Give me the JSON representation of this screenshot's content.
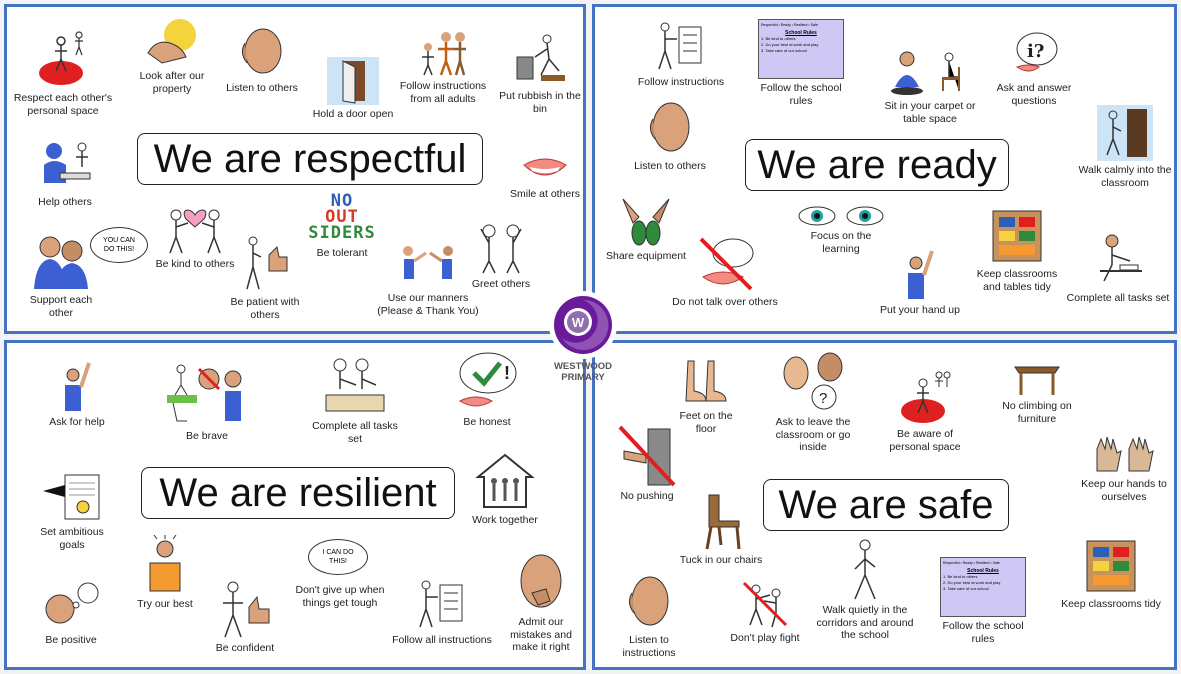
{
  "colors": {
    "panel_border": "#4472c4",
    "logo_purple": "#6a1b9a",
    "skin": "#d9a27a",
    "shirt_blue": "#3c5fd1"
  },
  "respectful": {
    "title": "We are respectful",
    "items": [
      {
        "label": "Respect each other's personal space",
        "icon": "personal-space-icon"
      },
      {
        "label": "Look after our property",
        "icon": "hands-care-icon"
      },
      {
        "label": "Listen to others",
        "icon": "listening-ear-icon"
      },
      {
        "label": "Hold a door open",
        "icon": "door-icon"
      },
      {
        "label": "Follow instructions from all adults",
        "icon": "adults-icon"
      },
      {
        "label": "Put rubbish in the bin",
        "icon": "rubbish-bin-icon"
      },
      {
        "label": "Help others",
        "icon": "help-desk-icon"
      },
      {
        "label": "Smile at others",
        "icon": "smile-icon"
      },
      {
        "label": "Support each other",
        "icon": "support-people-icon"
      },
      {
        "label": "YOU CAN DO THIS!",
        "icon": "speech-bubble-icon"
      },
      {
        "label": "Be kind to others",
        "icon": "heart-people-icon"
      },
      {
        "label": "Be patient with others",
        "icon": "patient-thumbs-icon"
      },
      {
        "label": "Be tolerant",
        "icon": "no-outsiders-icon"
      },
      {
        "label": "Use our manners (Please & Thank You)",
        "icon": "manners-icon"
      },
      {
        "label": "Greet others",
        "icon": "wave-icon"
      }
    ],
    "no_outsiders": [
      "NO",
      "OUT",
      "SIDERS"
    ]
  },
  "ready": {
    "title": "We are ready",
    "items": [
      {
        "label": "Follow instructions",
        "icon": "checklist-person-icon"
      },
      {
        "label": "Follow the school rules",
        "icon": "school-rules-card-icon"
      },
      {
        "label": "Sit in your carpet or table space",
        "icon": "sitting-icon"
      },
      {
        "label": "Ask and answer questions",
        "icon": "question-bubble-icon"
      },
      {
        "label": "Listen to others",
        "icon": "listening-ear-icon"
      },
      {
        "label": "Walk calmly into the classroom",
        "icon": "walk-door-icon"
      },
      {
        "label": "Share equipment",
        "icon": "share-hands-icon"
      },
      {
        "label": "Focus on the learning",
        "icon": "eyes-icon"
      },
      {
        "label": "Do not talk over others",
        "icon": "no-talk-icon"
      },
      {
        "label": "Keep classrooms and tables tidy",
        "icon": "shelves-icon"
      },
      {
        "label": "Put your hand up",
        "icon": "hand-up-icon"
      },
      {
        "label": "Complete all tasks set",
        "icon": "desk-work-icon"
      }
    ]
  },
  "resilient": {
    "title": "We are resilient",
    "items": [
      {
        "label": "Ask for help",
        "icon": "hand-up-icon"
      },
      {
        "label": "Be brave",
        "icon": "brave-icon"
      },
      {
        "label": "Complete all tasks set",
        "icon": "desk-work-icon"
      },
      {
        "label": "Be honest",
        "icon": "honest-tick-icon"
      },
      {
        "label": "Set ambitious goals",
        "icon": "goal-certificate-icon"
      },
      {
        "label": "Work together",
        "icon": "house-group-icon"
      },
      {
        "label": "Try our best",
        "icon": "try-best-icon"
      },
      {
        "label": "I CAN DO THIS!",
        "icon": "speech-bubble-icon"
      },
      {
        "label": "Don't give up when things get tough",
        "icon": "dont-give-up-icon"
      },
      {
        "label": "Be positive",
        "icon": "positive-thought-icon"
      },
      {
        "label": "Be confident",
        "icon": "confident-icon"
      },
      {
        "label": "Follow all instructions",
        "icon": "checklist-person-icon"
      },
      {
        "label": "Admit our mistakes and make it right",
        "icon": "oops-face-icon"
      }
    ]
  },
  "safe": {
    "title": "We are safe",
    "items": [
      {
        "label": "Feet on the floor",
        "icon": "feet-icon"
      },
      {
        "label": "Ask to leave the classroom or go inside",
        "icon": "ask-question-faces-icon"
      },
      {
        "label": "Be aware of personal space",
        "icon": "personal-space-icon"
      },
      {
        "label": "No climbing on furniture",
        "icon": "table-icon"
      },
      {
        "label": "No pushing",
        "icon": "no-pushing-icon"
      },
      {
        "label": "Keep our hands to ourselves",
        "icon": "hands-icon"
      },
      {
        "label": "Tuck in our chairs",
        "icon": "chair-icon"
      },
      {
        "label": "Listen to instructions",
        "icon": "listening-ear-icon"
      },
      {
        "label": "Don't play fight",
        "icon": "no-fight-icon"
      },
      {
        "label": "Walk quietly in the corridors and around the school",
        "icon": "walking-icon"
      },
      {
        "label": "Follow the school rules",
        "icon": "school-rules-card-icon"
      },
      {
        "label": "Keep classrooms tidy",
        "icon": "shelves-icon"
      }
    ]
  },
  "rules_card": {
    "header": "Respectful • Ready • Resilient • Safe",
    "title": "School Rules",
    "lines": [
      "1. Be kind to others",
      "2. Do your best at work and play",
      "3. Take care of our school"
    ]
  },
  "logo": {
    "letter": "W",
    "line1": "WESTWOOD",
    "line2": "PRIMARY"
  }
}
